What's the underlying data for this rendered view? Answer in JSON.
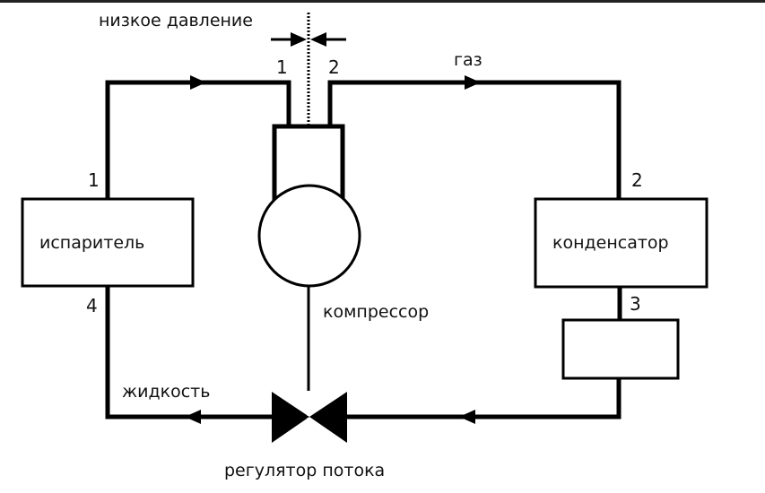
{
  "diagram": {
    "title": "Схема холодильного цикла",
    "colors": {
      "line": "#000000",
      "text": "#111111",
      "background": "#ffffff",
      "top_border": "#222222"
    },
    "labels": {
      "low_pressure": "низкое давление",
      "gas": "газ",
      "liquid": "жидкость",
      "compressor": "компрессор",
      "flow_regulator": "регулятор потока"
    },
    "components": {
      "evaporator": "испаритель",
      "condenser": "конденсатор",
      "receiver": ""
    },
    "points": {
      "evaporator_out": "1",
      "compressor_in": "1",
      "compressor_out": "2",
      "condenser_in": "2",
      "condenser_out": "3",
      "evaporator_in": "4"
    },
    "flow_arrows": [
      {
        "segment": "evaporator-to-compressor",
        "direction": "right"
      },
      {
        "segment": "compressor-to-condenser",
        "direction": "right"
      },
      {
        "segment": "receiver-to-valve",
        "direction": "left"
      },
      {
        "segment": "valve-to-evaporator",
        "direction": "left"
      }
    ]
  }
}
